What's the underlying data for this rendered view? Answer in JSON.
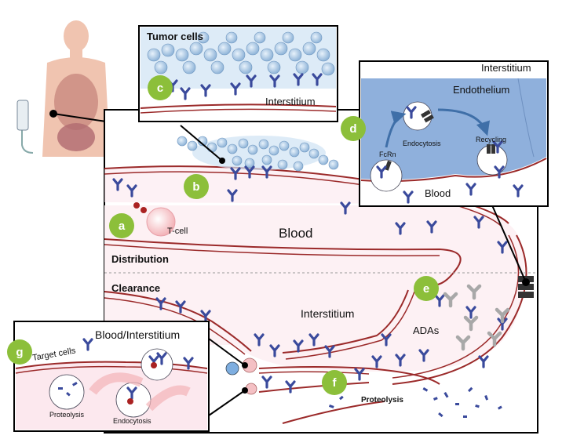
{
  "labels": {
    "tumor_cells": "Tumor cells",
    "interstitium_tumor": "Interstitium",
    "interstitium_endo": "Interstitium",
    "endothelium": "Endothelium",
    "endocytosis_endo": "Endocytosis",
    "recycling": "Recycling",
    "fcrn": "FcRn",
    "blood_endo": "Blood",
    "tcell": "T-cell",
    "blood_main": "Blood",
    "distribution": "Distribution",
    "clearance": "Clearance",
    "interstitium_main": "Interstitium",
    "adas": "ADAs",
    "proteolysis_main": "Proteolysis",
    "blood_interstitium": "Blood/Interstitium",
    "target_cells": "Target cells",
    "proteolysis_g": "Proteolysis",
    "endocytosis_g": "Endocytosis"
  },
  "badges": {
    "a": "a",
    "b": "b",
    "c": "c",
    "d": "d",
    "e": "e",
    "f": "f",
    "g": "g"
  },
  "colors": {
    "antibody": "#3a4a9c",
    "badge": "#8cbf3a",
    "vessel": "#9b2a2a",
    "blood_fill": "#fce8ee",
    "endothelium": "#8fb0dc",
    "ada": "#a8a8a8"
  }
}
